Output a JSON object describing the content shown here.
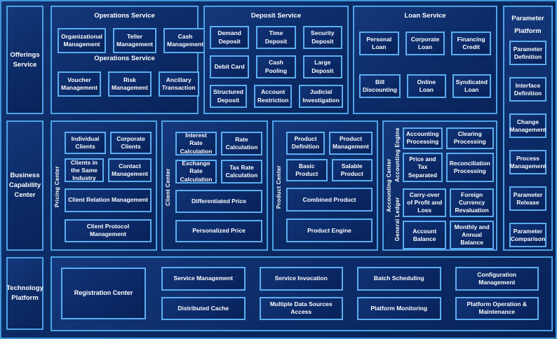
{
  "colors": {
    "background": "#0b2a63",
    "panel_border": "#4da3e8",
    "box_border": "#5caef2",
    "text": "#ffffff"
  },
  "left_rail": {
    "offerings": "Offerings Service",
    "business": "Business Capability Center",
    "technology": "Technology Platform"
  },
  "top_row": {
    "operations": {
      "title": "Operations Service",
      "subtitle": "Operations Service",
      "row1": [
        "Organizational Management",
        "Teller Management",
        "Cash Management"
      ],
      "row2": [
        "Voucher Management",
        "Risk Management",
        "Ancillary Transaction"
      ]
    },
    "deposit": {
      "title": "Deposit Service",
      "row1": [
        "Demand Deposit",
        "Time Deposit",
        "Security Deposit"
      ],
      "row2": [
        "Debit Card",
        "Cash Pooling",
        "Large Deposit"
      ],
      "row3": [
        "Structured Deposit",
        "Account Restriction",
        "Judicial Investigation"
      ]
    },
    "loan": {
      "title": "Loan Service",
      "row1": [
        "Personal Loan",
        "Corporate Loan",
        "Financing Credit"
      ],
      "row2": [
        "Bill Discounting",
        "Online Loan",
        "Syndicated Loan"
      ]
    }
  },
  "parameter_platform": {
    "title": "Parameter Platform",
    "items": [
      "Parameter Definition",
      "Interface Definition",
      "Change Management",
      "Process Management",
      "Parameter Release",
      "Parameter Comparison"
    ]
  },
  "middle_row": {
    "pricing_center": {
      "label": "Pricing Center",
      "row1": [
        "Individual Clients",
        "Corporate Clients"
      ],
      "row2": [
        "Clients in the Same Industry",
        "Contact Management"
      ],
      "wide1": "Client Relation Management",
      "wide2": "Client Protocol Management"
    },
    "client_center": {
      "label": "Client Center",
      "row1": [
        "Interest Rate Calculation",
        "Rate Calculation"
      ],
      "row2": [
        "Exchange Rate Calculation",
        "Tax Rate Calculation"
      ],
      "wide1": "Differentiated Price",
      "wide2": "Personalized Price"
    },
    "product_center": {
      "label": "Product Center",
      "row1": [
        "Product Definition",
        "Product Management"
      ],
      "row2": [
        "Basic Product",
        "Salable Product"
      ],
      "wide1": "Combined Product",
      "wide2": "Product Engine"
    },
    "accounting_center": {
      "label": "Accounting Center",
      "engine": {
        "label": "Accounting Engine",
        "items": [
          "Accounting Processing",
          "Clearing Processing",
          "Price and Tax Separated",
          "Reconciliation Processing"
        ]
      },
      "ledger": {
        "label": "General Ledger",
        "items": [
          "Carry-over of Profit and Loss",
          "Foreign Currency Revaluation",
          "Account Balance",
          "Monthly and Annual Balance"
        ]
      }
    }
  },
  "technology_platform": {
    "registration": "Registration Center",
    "row1": [
      "Service Management",
      "Service Invocation",
      "Batch Scheduling",
      "Configuration Management"
    ],
    "row2": [
      "Distributed Cache",
      "Multiple Data Sources Access",
      "Platform Monitoring",
      "Platform Operation & Maintenance"
    ]
  }
}
